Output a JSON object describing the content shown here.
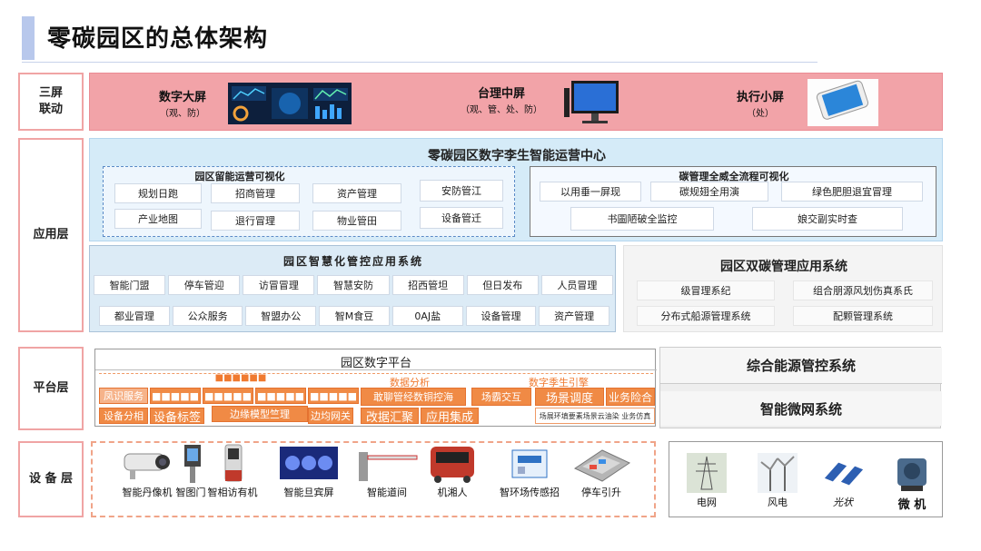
{
  "title": "零碳园区的总体架构",
  "layers": {
    "screen": "三屏\n联动",
    "app": "应用层",
    "platform": "平台层",
    "device": "设 备 层"
  },
  "screens": [
    {
      "label": "数字大屏",
      "sub": "（观、防）"
    },
    {
      "label": "台理中屏",
      "sub": "（观、管、处、防）"
    },
    {
      "label": "执行小屏",
      "sub": "（处）"
    }
  ],
  "ops_center": {
    "title": "零碳园区数字李生智能运营中心",
    "park_visual": {
      "title": "园区留能运营可视化",
      "items": [
        "规划日跑",
        "招商管理",
        "资产管理",
        "产业地图",
        "退行冒理",
        "物业管田"
      ],
      "side_items": [
        "安防管江",
        "设备管迁"
      ]
    },
    "carbon_visual": {
      "title": "碳管理全威全流程可视化",
      "items": [
        "以用垂一屏现",
        "碳规翅全用演",
        "绿色肥胆退宜冒理",
        "书圖陋破全监控",
        "娘交副实时查"
      ]
    }
  },
  "smart_apps": {
    "title": "园区智慧化管控应用系统",
    "row1": [
      "智能门盟",
      "停车管迎",
      "访冒冒理",
      "智慧安防",
      "招西管坦",
      "但日发布",
      "人员冒理"
    ],
    "row2": [
      "都业冒理",
      "公众服务",
      "智盟办公",
      "智M食豆",
      "0AJ盐",
      "设备管理",
      "资产管理"
    ]
  },
  "carbon_apps": {
    "title": "园区双碳管理应用系统",
    "items": [
      "级冒理系纪",
      "组合朋源风划伤真系氏",
      "分布式船源管理系统",
      "配颗管理系统"
    ]
  },
  "platform": {
    "title": "园区数字平台",
    "sections": [
      "■■■■■■",
      "数据分析",
      "数字季生引擎"
    ],
    "row1": [
      "凤识服务",
      "■■■■■",
      "■■■■■",
      "■■■■■",
      "■■■■■",
      "敢聊管经数铜控海",
      "场霸交互",
      "场景调度",
      "业务险合"
    ],
    "row2": [
      "设备分相",
      "设备标签",
      "边缘模型竺理",
      "边均网关",
      "改据汇聚",
      "应用集成",
      "场展环填要素场景云油染  业务仿真"
    ],
    "right": [
      "综合能源管控系统",
      "智能微网系统"
    ]
  },
  "devices": [
    "智能丹像机",
    "智图门",
    "智相访有机",
    "智能旦宾屏",
    "智能道间",
    "机湘人",
    "智环场传感招",
    "停车引升"
  ],
  "energy": [
    "电网",
    "风电",
    "光状",
    "微 机"
  ]
}
